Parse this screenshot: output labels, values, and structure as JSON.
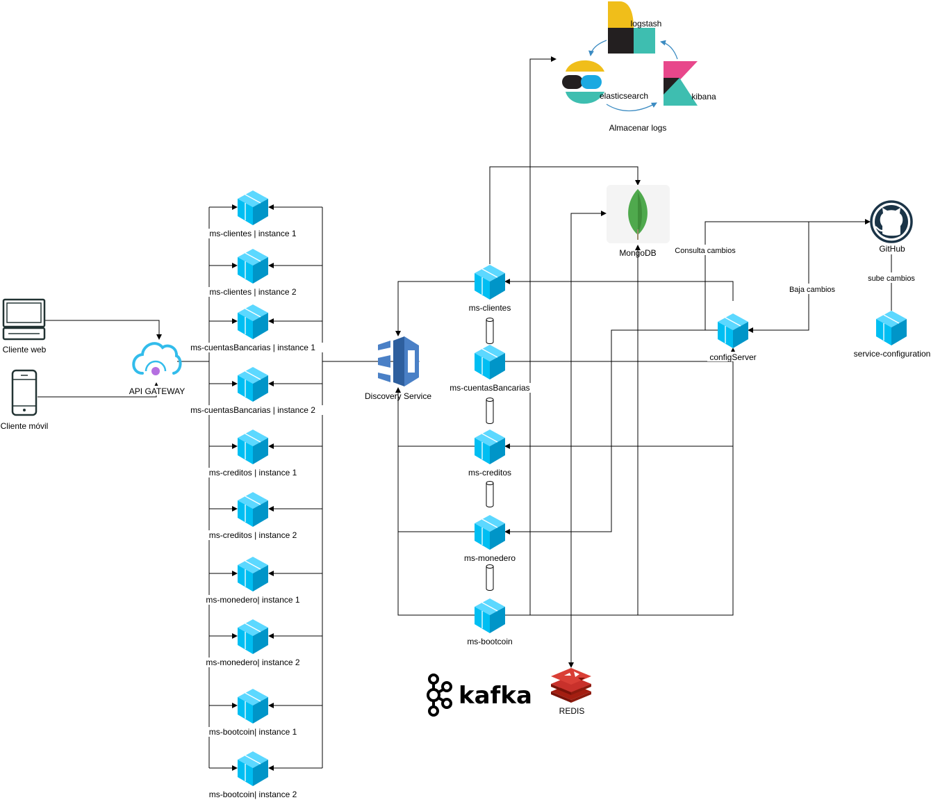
{
  "clients": {
    "web_label": "Cliente web",
    "mobile_label": "Cliente móvil"
  },
  "gateway": {
    "label": "API GATEWAY"
  },
  "instances": [
    "ms-clientes | instance 1",
    "ms-clientes | instance 2",
    "ms-cuentasBancarias | instance 1",
    "ms-cuentasBancarias | instance 2",
    "ms-creditos | instance 1",
    "ms-creditos | instance 2",
    "ms-monedero| instance 1",
    "ms-monedero| instance 2",
    "ms-bootcoin| instance 1",
    "ms-bootcoin| instance 2"
  ],
  "discovery": {
    "label": "Discovery Service"
  },
  "services": [
    "ms-clientes",
    "ms-cuentasBancarias",
    "ms-creditos",
    "ms-monedero",
    "ms-bootcoin"
  ],
  "elk": {
    "logstash": "logstash",
    "elasticsearch": "elasticsearch",
    "kibana": "kibana",
    "caption": "Almacenar logs"
  },
  "mongodb": {
    "label": "MongoDB"
  },
  "config_server": {
    "label": "configServer"
  },
  "github": {
    "label": "GitHub"
  },
  "service_configuration": {
    "label": "service-configuration"
  },
  "edge_labels": {
    "consulta": "Consulta cambios",
    "baja": "Baja cambios",
    "sube": "sube cambios"
  },
  "kafka": {
    "label": "kafka"
  },
  "redis": {
    "label": "REDIS"
  },
  "colors": {
    "cube": "#00BEF2",
    "cube_dark": "#0095C8",
    "cube_light": "#5CD8FF",
    "discovery": "#3E6FAE",
    "mongo_green": "#4FA94D",
    "redis_red": "#C8312B",
    "elastic_yellow": "#F0BE1A",
    "elastic_teal": "#3EBEB0",
    "kibana_pink": "#E8478B",
    "github_dark": "#1B3447"
  }
}
